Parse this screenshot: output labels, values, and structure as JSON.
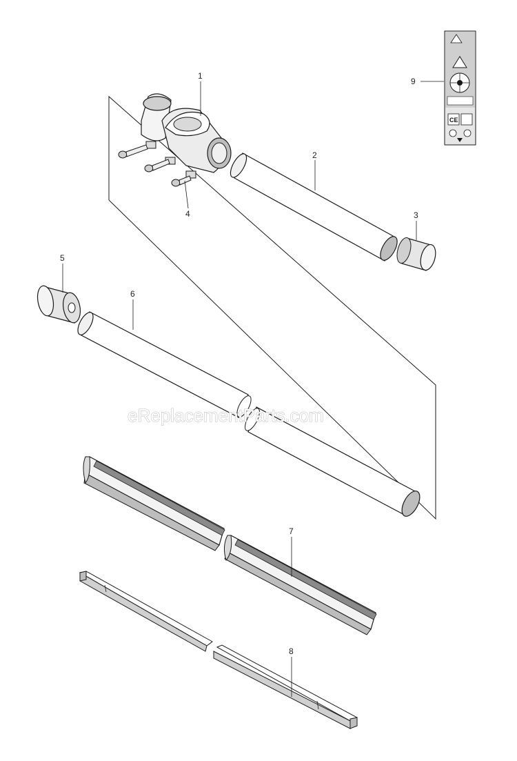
{
  "diagram": {
    "parts": [
      {
        "id": "1",
        "name": "clamp-housing"
      },
      {
        "id": "2",
        "name": "upper-tube"
      },
      {
        "id": "3",
        "name": "bushing-upper"
      },
      {
        "id": "4",
        "name": "screws"
      },
      {
        "id": "5",
        "name": "bushing-lower"
      },
      {
        "id": "6",
        "name": "lower-tube"
      },
      {
        "id": "7",
        "name": "liner"
      },
      {
        "id": "8",
        "name": "drive-shaft"
      },
      {
        "id": "9",
        "name": "decal"
      }
    ],
    "decal_text": {
      "ce": "CE"
    },
    "watermark": "eReplacementParts.com",
    "colors": {
      "line": "#1a1a1a",
      "shade": "#bdbdbd",
      "dark_shade": "#8a8a8a",
      "decal_bg": "#e6e6e6"
    }
  }
}
